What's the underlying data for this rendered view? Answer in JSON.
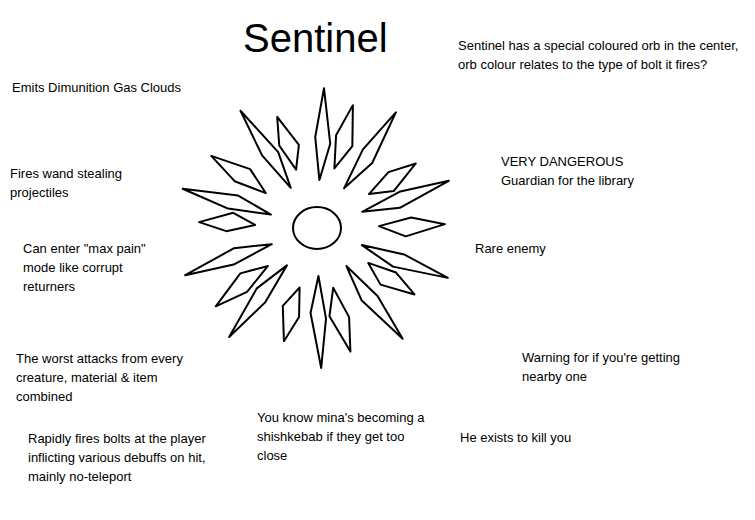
{
  "diagram": {
    "title": "Sentinel",
    "labels": [
      "Emits Dimunition Gas Clouds",
      "Sentinel has a special coloured orb in the center, orb colour relates to the type of bolt it fires?",
      "Fires wand stealing projectiles",
      "VERY DANGEROUS Guardian for the library",
      "Can enter \"max pain\" mode like corrupt returners",
      "Rare enemy",
      "The worst attacks from every creature, material & item combined",
      "Warning for if you're getting nearby one",
      "You know mina's becoming a shishkebab if they get too close",
      "He exists to kill you",
      "Rapidly fires bolts at the player inflicting various debuffs on hit, mainly no-teleport"
    ]
  }
}
